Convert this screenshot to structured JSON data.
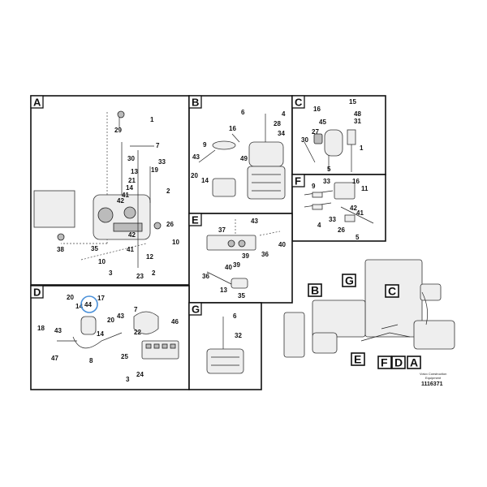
{
  "diagram": {
    "highlight_color": "#4a90d9",
    "highlighted_callout": "44",
    "panels": {
      "A": {
        "label": "A",
        "callouts": [
          "1",
          "29",
          "7",
          "30",
          "33",
          "13",
          "19",
          "21",
          "2",
          "14",
          "41",
          "42",
          "26",
          "38",
          "35",
          "42",
          "10",
          "41",
          "10",
          "12",
          "3",
          "23",
          "2"
        ]
      },
      "B": {
        "label": "B",
        "callouts": [
          "6",
          "4",
          "28",
          "34",
          "16",
          "9",
          "49",
          "43",
          "20",
          "14"
        ]
      },
      "C": {
        "label": "C",
        "callouts": [
          "15",
          "16",
          "48",
          "45",
          "31",
          "27",
          "30",
          "1",
          "5"
        ]
      },
      "F": {
        "label": "F",
        "callouts": [
          "33",
          "16",
          "9",
          "11",
          "42",
          "41",
          "33",
          "4",
          "26",
          "5"
        ]
      },
      "E": {
        "label": "E",
        "callouts": [
          "43",
          "37",
          "40",
          "39",
          "36",
          "40",
          "39",
          "36",
          "13",
          "35"
        ]
      },
      "D": {
        "label": "D",
        "callouts": [
          "20",
          "17",
          "44",
          "14",
          "7",
          "43",
          "46",
          "20",
          "18",
          "43",
          "22",
          "14",
          "47",
          "8",
          "25",
          "24",
          "3"
        ]
      },
      "G": {
        "label": "G",
        "callouts": [
          "6",
          "32"
        ]
      }
    },
    "overview": {
      "tags": [
        "B",
        "G",
        "C",
        "E",
        "F",
        "D",
        "A"
      ],
      "caption_line1": "Volvo Construction",
      "caption_line2": "Equipment",
      "drawing_number": "1116371"
    }
  }
}
